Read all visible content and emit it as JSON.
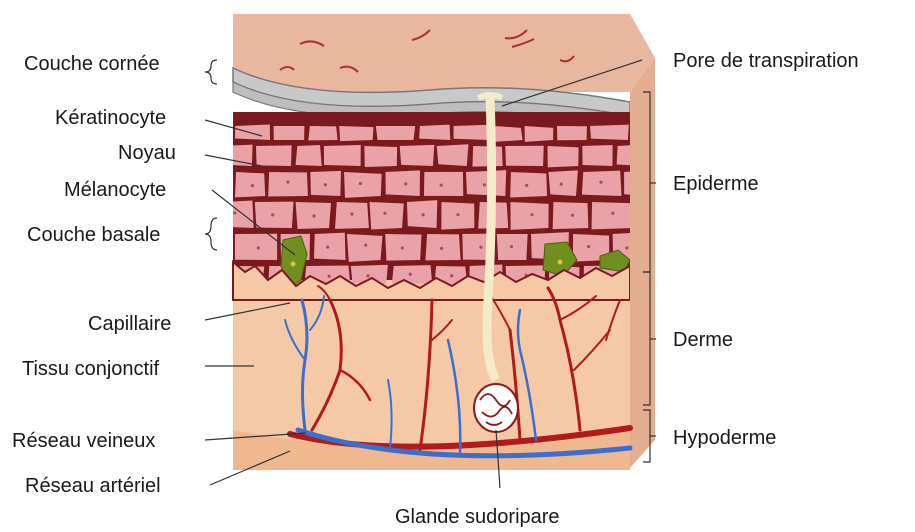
{
  "labels_left": {
    "couche_cornee": "Couche cornée",
    "keratinocyte": "Kératinocyte",
    "noyau": "Noyau",
    "melanocyte": "Mélanocyte",
    "couche_basale": "Couche basale",
    "capillaire": "Capillaire",
    "tissu_conjonctif": "Tissu conjonctif",
    "reseau_veineux": "Réseau veineux",
    "reseau_arteriel": "Réseau artériel"
  },
  "labels_right": {
    "pore": "Pore de transpiration",
    "epiderme": "Epiderme",
    "derme": "Derme",
    "hypoderme": "Hypoderme"
  },
  "labels_bottom": {
    "glande": "Glande sudoripare"
  },
  "colors": {
    "surface": "#e9b79e",
    "surface_crack": "#a8342f",
    "stratum_corneum": "#c8c8c8",
    "epidermis_cell": "#e8a2a8",
    "cell_outline": "#7a1a1f",
    "melanocyte": "#6f8f1e",
    "dermis": "#f5c9a6",
    "dermis_side": "#f2c4a0",
    "artery": "#b11b1b",
    "vein": "#3a6fd0",
    "sweat_duct": "#f3ecc6"
  }
}
